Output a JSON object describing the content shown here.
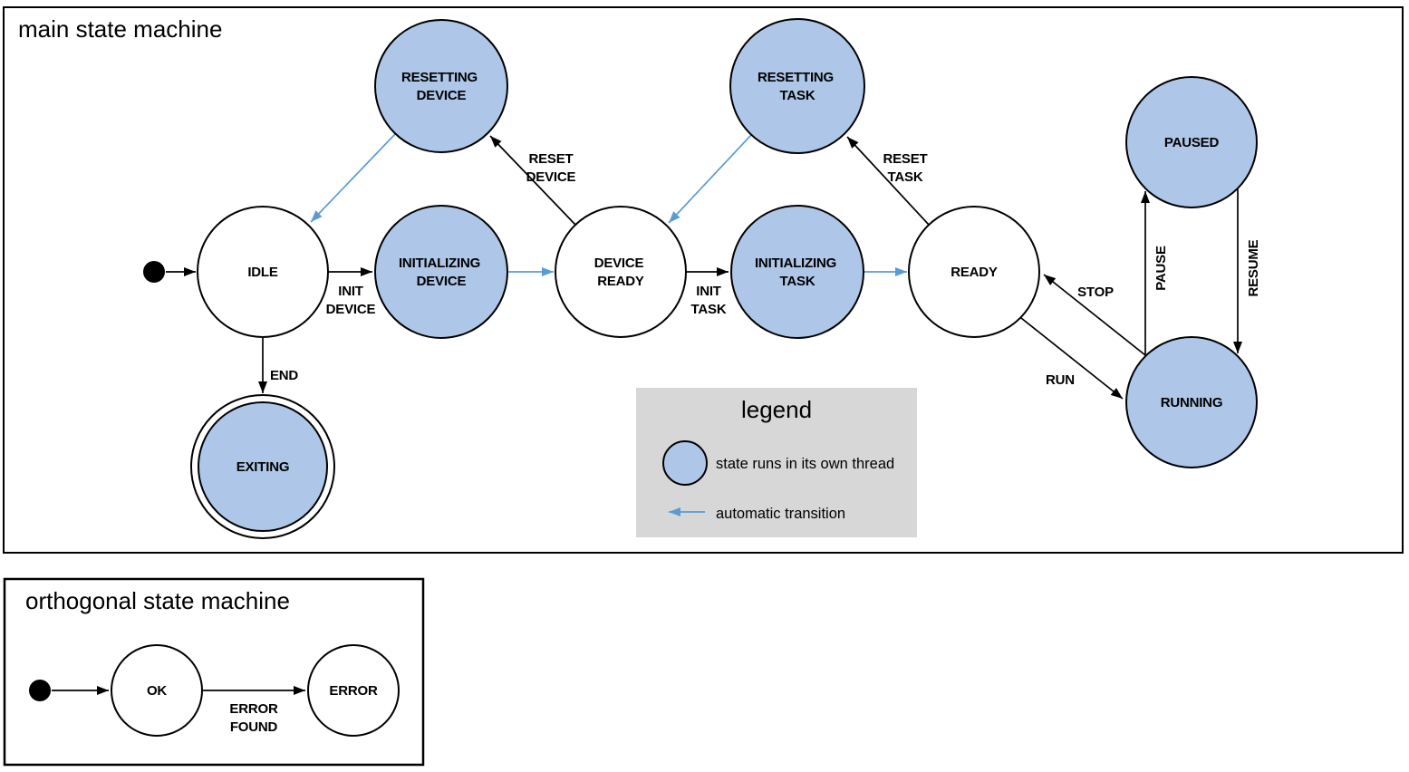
{
  "colors": {
    "threaded_state_fill": "#aec6e8",
    "automatic_transition": "#5b9bd5",
    "legend_background": "#d7d7d7"
  },
  "main_machine": {
    "title": "main state machine",
    "states": {
      "idle": {
        "lines": [
          "IDLE"
        ],
        "threaded": false
      },
      "initializing_device": {
        "lines": [
          "INITIALIZING",
          "DEVICE"
        ],
        "threaded": true
      },
      "device_ready": {
        "lines": [
          "DEVICE",
          "READY"
        ],
        "threaded": false
      },
      "initializing_task": {
        "lines": [
          "INITIALIZING",
          "TASK"
        ],
        "threaded": true
      },
      "ready": {
        "lines": [
          "READY"
        ],
        "threaded": false
      },
      "resetting_device": {
        "lines": [
          "RESETTING",
          "DEVICE"
        ],
        "threaded": true
      },
      "resetting_task": {
        "lines": [
          "RESETTING",
          "TASK"
        ],
        "threaded": true
      },
      "paused": {
        "lines": [
          "PAUSED"
        ],
        "threaded": true
      },
      "running": {
        "lines": [
          "RUNNING"
        ],
        "threaded": true
      },
      "exiting": {
        "lines": [
          "EXITING"
        ],
        "threaded": true,
        "final_state": true
      }
    },
    "transitions": {
      "initial": {
        "from": "start",
        "to": "IDLE",
        "lines": [],
        "automatic": false
      },
      "init_device": {
        "from": "IDLE",
        "to": "INITIALIZING DEVICE",
        "lines": [
          "INIT",
          "DEVICE"
        ],
        "automatic": false
      },
      "initializing_device_done": {
        "from": "INITIALIZING DEVICE",
        "to": "DEVICE READY",
        "lines": [],
        "automatic": true
      },
      "reset_device": {
        "from": "DEVICE READY",
        "to": "RESETTING DEVICE",
        "lines": [
          "RESET",
          "DEVICE"
        ],
        "automatic": false
      },
      "resetting_device_done": {
        "from": "RESETTING DEVICE",
        "to": "IDLE",
        "lines": [],
        "automatic": true
      },
      "init_task": {
        "from": "DEVICE READY",
        "to": "INITIALIZING TASK",
        "lines": [
          "INIT",
          "TASK"
        ],
        "automatic": false
      },
      "initializing_task_done": {
        "from": "INITIALIZING TASK",
        "to": "READY",
        "lines": [],
        "automatic": true
      },
      "reset_task": {
        "from": "READY",
        "to": "RESETTING TASK",
        "lines": [
          "RESET",
          "TASK"
        ],
        "automatic": false
      },
      "resetting_task_done": {
        "from": "RESETTING TASK",
        "to": "DEVICE READY",
        "lines": [],
        "automatic": true
      },
      "run": {
        "from": "READY",
        "to": "RUNNING",
        "lines": [
          "RUN"
        ],
        "automatic": false
      },
      "stop": {
        "from": "RUNNING",
        "to": "READY",
        "lines": [
          "STOP"
        ],
        "automatic": false
      },
      "pause": {
        "from": "RUNNING",
        "to": "PAUSED",
        "lines": [
          "PAUSE"
        ],
        "automatic": false
      },
      "resume": {
        "from": "PAUSED",
        "to": "RUNNING",
        "lines": [
          "RESUME"
        ],
        "automatic": false
      },
      "end": {
        "from": "IDLE",
        "to": "EXITING",
        "lines": [
          "END"
        ],
        "automatic": false
      }
    }
  },
  "legend": {
    "title": "legend",
    "items": [
      {
        "symbol": "threaded-state-circle",
        "text": "state runs in its own thread"
      },
      {
        "symbol": "automatic-transition-arrow",
        "text": "automatic transition"
      }
    ]
  },
  "orthogonal_machine": {
    "title": "orthogonal state machine",
    "states": {
      "ok": {
        "lines": [
          "OK"
        ],
        "threaded": false
      },
      "error": {
        "lines": [
          "ERROR"
        ],
        "threaded": false
      }
    },
    "transitions": {
      "initial": {
        "from": "start",
        "to": "OK",
        "lines": [],
        "automatic": false
      },
      "error_found": {
        "from": "OK",
        "to": "ERROR",
        "lines": [
          "ERROR",
          "FOUND"
        ],
        "automatic": false
      }
    }
  }
}
